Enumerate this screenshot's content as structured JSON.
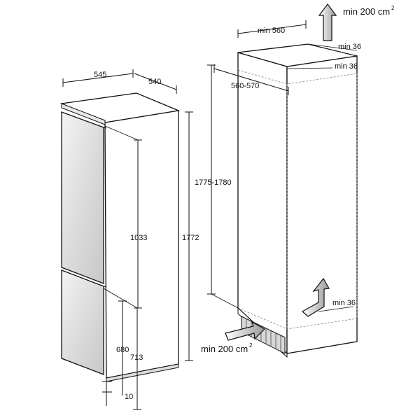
{
  "left_unit": {
    "depth_label": "545",
    "width_label": "540",
    "upper_door_height": "1033",
    "total_height": "1772",
    "lower_offset_a": "680",
    "lower_offset_b": "713",
    "bottom_gap": "10"
  },
  "right_niche": {
    "niche_width": "min 560",
    "niche_depth": "560-570",
    "niche_height": "1775-1780",
    "top_clearance": "min 36",
    "side_clearance": "min 36",
    "bottom_clearance": "min 36",
    "top_vent_label": "min 200 cm",
    "top_vent_sup": "2",
    "bottom_vent_label": "min 200 cm",
    "bottom_vent_sup": "2"
  }
}
